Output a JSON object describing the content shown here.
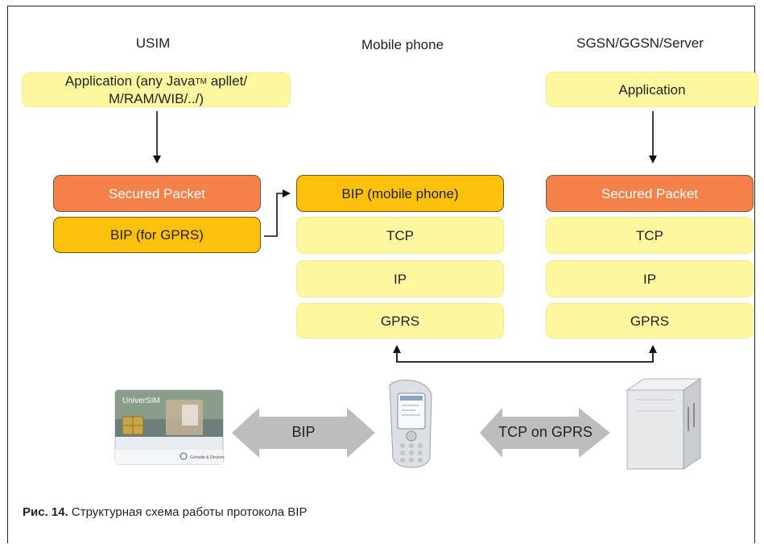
{
  "columns": {
    "usim": "USIM",
    "phone": "Mobile phone",
    "server": "SGSN/GGSN/Server"
  },
  "usim": {
    "application_prefix": "Application (any Java",
    "application_tm": "TM",
    "application_suffix": " apllet/",
    "application_line2": "M/RAM/WIB/../)",
    "secured_packet": "Secured Packet",
    "bip": "BIP (for GPRS)"
  },
  "phone": {
    "bip": "BIP (mobile phone)",
    "tcp": "TCP",
    "ip": "IP",
    "gprs": "GPRS"
  },
  "server": {
    "application": "Application",
    "secured_packet": "Secured Packet",
    "tcp": "TCP",
    "ip": "IP",
    "gprs": "GPRS"
  },
  "links": {
    "bip": "BIP",
    "tcp_on_gprs": "TCP on GPRS"
  },
  "sim_card": {
    "brand": "UniverSIM",
    "vendor": "Gemalto & Devices"
  },
  "caption": {
    "label": "Рис. 14.",
    "text": " Структурная схема работы протокола BIP"
  },
  "colors": {
    "yellow_box": "#fdf7a0",
    "orange_box": "#f38149",
    "gold_box": "#fcc10d",
    "arrow_gray": "#bdbdbd"
  }
}
